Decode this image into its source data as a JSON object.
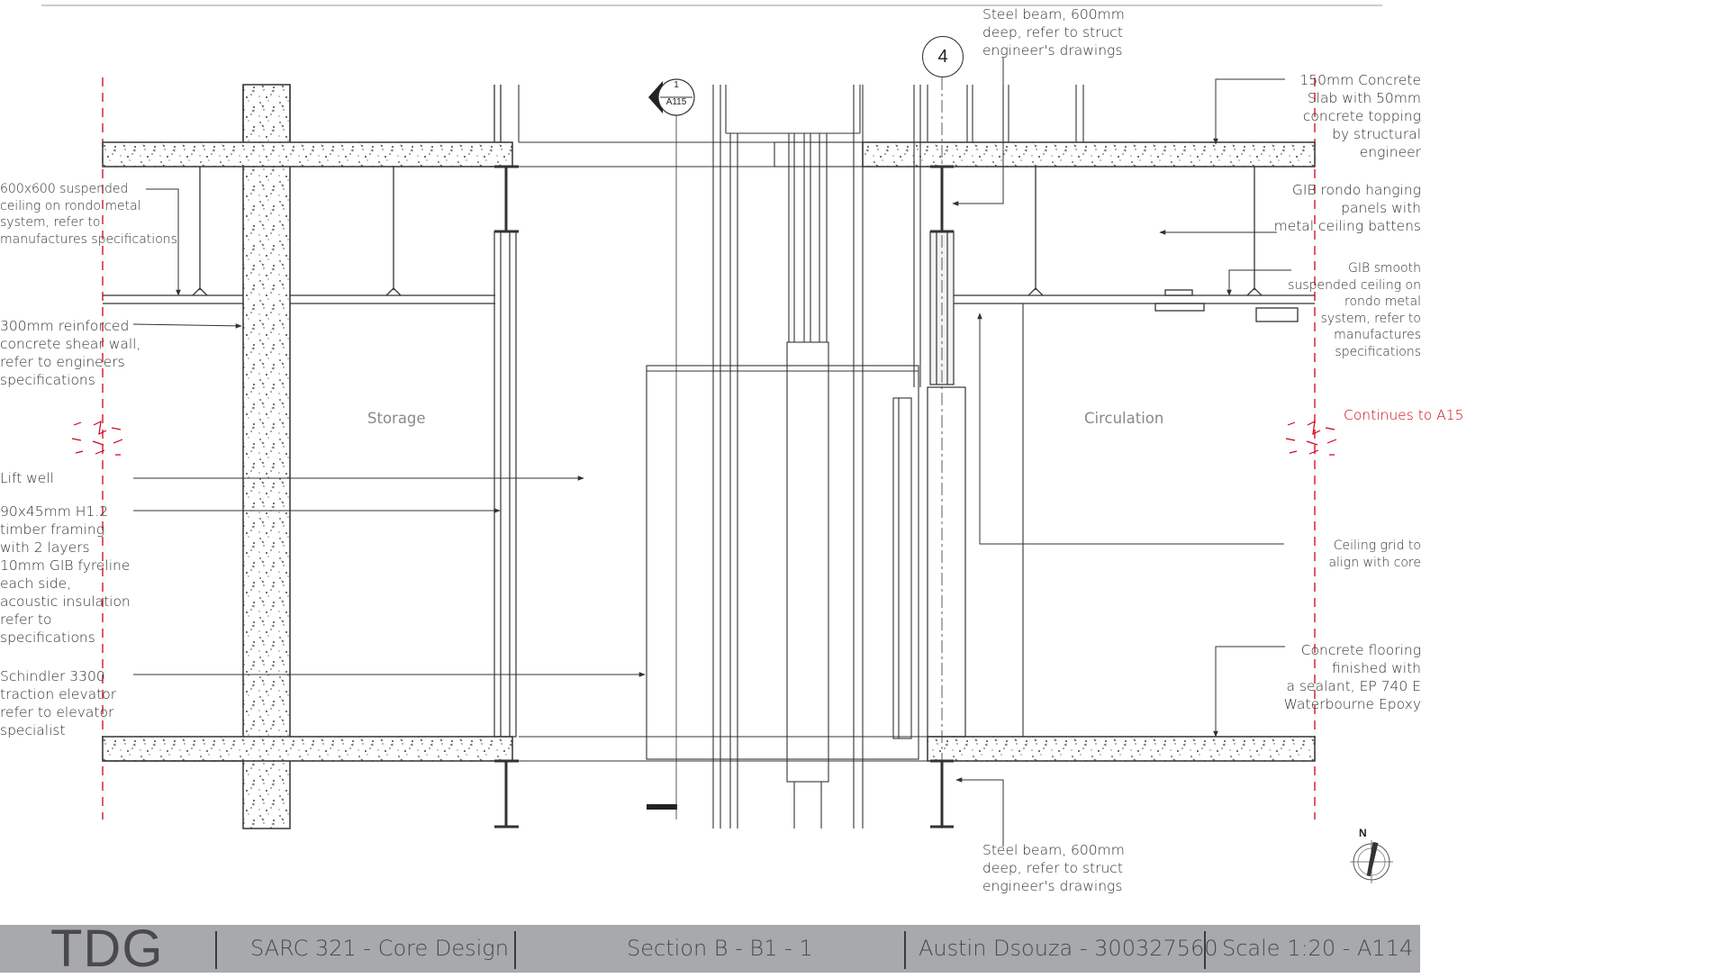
{
  "labels": {
    "steel_beam_top": "Steel beam, 600mm\ndeep, refer to struct\nengineer's drawings",
    "steel_beam_bottom": "Steel beam, 600mm\ndeep, refer to struct\nengineer's drawings",
    "slab": "150mm Concrete\nSlab with 50mm\nconcrete topping\nby structural\nengineer",
    "gib_rondo": "GIB rondo hanging\npanels with\nmetal ceiling battens",
    "gib_smooth": "GIB smooth\nsuspended ceiling on\nrondo metal\nsystem, refer to\nmanufactures\nspecifications",
    "continues": "Continues to A15",
    "ceiling_grid": "Ceiling grid to\nalign with core",
    "flooring": "Concrete flooring\nfinished with\na sealant, EP 740 E\nWaterbourne Epoxy",
    "suspended_ceiling": "600x600  suspended\nceiling on rondo metal\nsystem, refer to\nmanufactures specifications",
    "shear_wall": "300mm reinforced\nconcrete shear wall,\nrefer to engineers\nspecifications",
    "lift_well": "Lift well",
    "timber_framing": "90x45mm H1.2\ntimber framing\nwith 2 layers\n10mm GIB fyreline\neach side,\nacoustic insulation\nrefer to\nspecifications",
    "elevator": "Schindler 3300\ntraction elevator\nrefer to elevator\nspecialist"
  },
  "rooms": {
    "storage": "Storage",
    "circulation": "Circulation"
  },
  "grid_bubble": "4",
  "section_marker": {
    "number": "1",
    "sheet": "A115"
  },
  "north_label": "N",
  "title_block": {
    "logo": "TDG",
    "course": "SARC 321 - Core Design",
    "section": "Section B - B1 - 1",
    "author": "Austin Dsouza - 300327560",
    "scale": "Scale 1:20  -  A114"
  },
  "colors": {
    "titlebar": "#a7a9ac",
    "accent_red": "#d0021b",
    "line": "#333333"
  }
}
